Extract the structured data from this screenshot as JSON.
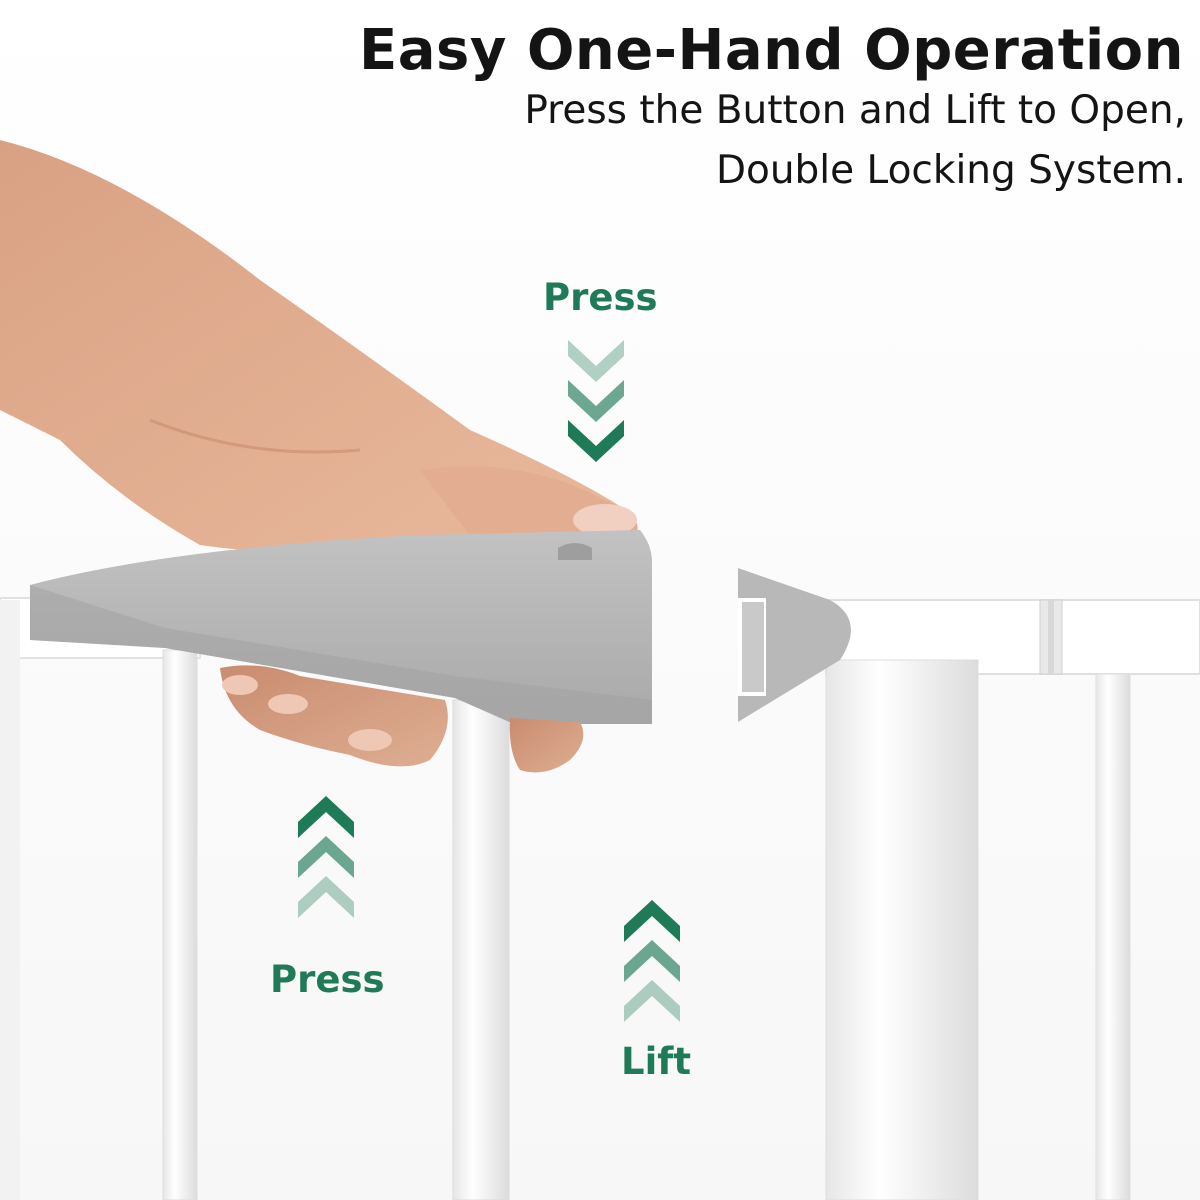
{
  "header": {
    "title": "Easy One-Hand Operation",
    "subtitle_line1": "Press the Button and Lift to Open,",
    "subtitle_line2": "Double Locking System."
  },
  "labels": {
    "press_top": "Press",
    "press_bottom": "Press",
    "lift": "Lift"
  },
  "colors": {
    "accent_green": "#1f7a58",
    "text_dark": "#141414",
    "latch_gray": "#b4b4b4",
    "gate_white": "#ffffff"
  },
  "icons": {
    "press_top_arrows": "chevron-down-triple",
    "press_bottom_arrows": "chevron-up-triple",
    "lift_arrows": "chevron-up-triple"
  }
}
